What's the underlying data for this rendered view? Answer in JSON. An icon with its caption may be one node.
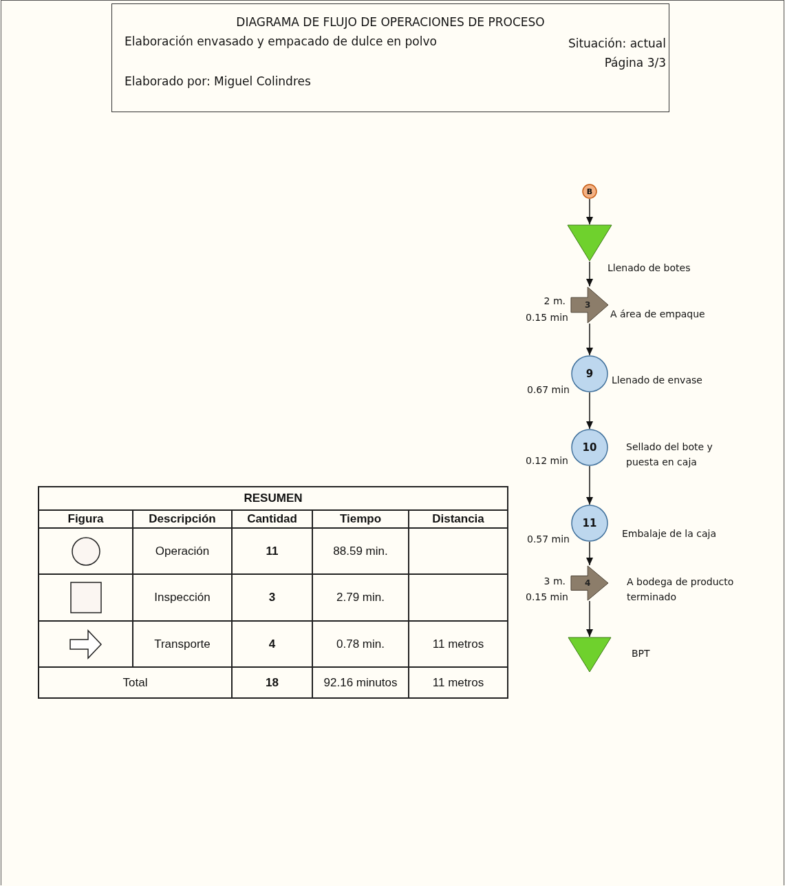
{
  "diagram": {
    "title": "DIAGRAMA DE FLUJO DE OPERACIONES DE PROCESO",
    "nodes": [
      {
        "text": [
          "B"
        ]
      },
      {
        "text": [],
        "shape": "triangle",
        "beside": [
          "Llenado de botes"
        ]
      },
      {
        "text": [
          "3"
        ],
        "beside": [
          "2 m.",
          "0.15 min",
          "A área de empaque"
        ]
      },
      {
        "text": [
          "9"
        ],
        "beside": [
          "0.67 min",
          "Llenado de envase"
        ]
      },
      {
        "text": [
          "10"
        ],
        "beside": [
          "0.12 min",
          "Sellado del bote y puesta en caja"
        ]
      },
      {
        "text": [
          "11"
        ],
        "beside": [
          "0.57 min",
          "Embalaje de la caja"
        ]
      },
      {
        "text": [
          "4"
        ],
        "beside": [
          "3 m.",
          "0.15 min",
          "A bodega de producto terminado"
        ]
      },
      {
        "text": [],
        "shape": "triangle",
        "beside": [
          "BPT"
        ]
      }
    ],
    "edges": [
      {
        "from": 0,
        "to": 1,
        "arrow": "to"
      },
      {
        "from": 1,
        "to": 2,
        "arrow": "to"
      },
      {
        "from": 2,
        "to": 3,
        "arrow": "to"
      },
      {
        "from": 3,
        "to": 4,
        "arrow": "to"
      },
      {
        "from": 4,
        "to": 5,
        "arrow": "to"
      },
      {
        "from": 5,
        "to": 6,
        "arrow": "to"
      },
      {
        "from": 6,
        "to": 7,
        "arrow": "to"
      }
    ],
    "labels": [
      "Elaboración envasado y empacado de dulce en polvo",
      "Situación: actual",
      "Página 3/3",
      "Elaborado por: Miguel Colindres",
      "RESUMEN",
      "Figura",
      "Descripción",
      "Cantidad",
      "Tiempo",
      "Distancia",
      "Operación",
      "11",
      "88.59 min.",
      "Inspección",
      "3",
      "2.79 min.",
      "Transporte",
      "4",
      "0.78 min.",
      "11 metros",
      "Total",
      "18",
      "92.16 minutos",
      "11 metros"
    ]
  }
}
